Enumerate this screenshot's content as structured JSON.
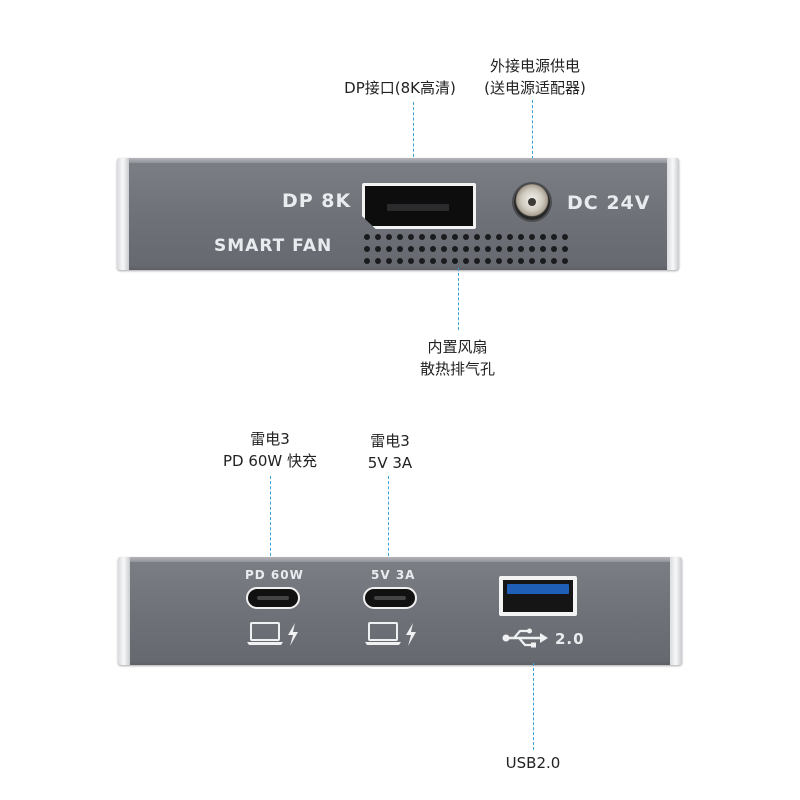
{
  "top_device": {
    "labels": {
      "dp": "DP 8K",
      "dc": "DC 24V",
      "fan": "SMART FAN"
    },
    "captions": {
      "dp_port": "DP接口(8K高清)",
      "power_line1": "外接电源供电",
      "power_line2": "(送电源适配器)",
      "fan_line1": "内置风扇",
      "fan_line2": "散热排气孔"
    }
  },
  "bottom_device": {
    "labels": {
      "port1": "PD 60W",
      "port2": "5V 3A",
      "usb_version": "2.0"
    },
    "captions": {
      "port1_line1": "雷电3",
      "port1_line2": "PD 60W 快充",
      "port2_line1": "雷电3",
      "port2_line2": "5V 3A",
      "usba": "USB2.0"
    },
    "icons": [
      "laptop-charging-icon",
      "laptop-charging-icon",
      "usb-trident-icon"
    ]
  },
  "colors": {
    "leader_line": "#3aa0d8",
    "panel_body": "#6f7278",
    "usb3_tongue": "#1f5fb8"
  }
}
